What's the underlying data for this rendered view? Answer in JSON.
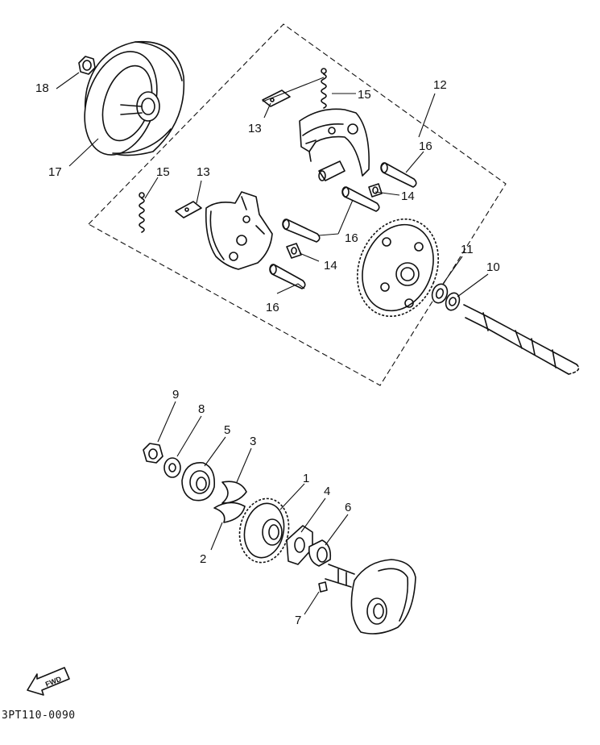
{
  "document_code": "3PT110-0090",
  "direction_arrow_label": "FWD",
  "callouts": [
    {
      "id": "1",
      "label": "1"
    },
    {
      "id": "2",
      "label": "2"
    },
    {
      "id": "3",
      "label": "3"
    },
    {
      "id": "4",
      "label": "4"
    },
    {
      "id": "5",
      "label": "5"
    },
    {
      "id": "6",
      "label": "6"
    },
    {
      "id": "7",
      "label": "7"
    },
    {
      "id": "8",
      "label": "8"
    },
    {
      "id": "9",
      "label": "9"
    },
    {
      "id": "10",
      "label": "10"
    },
    {
      "id": "11",
      "label": "11"
    },
    {
      "id": "12",
      "label": "12"
    },
    {
      "id": "13a",
      "label": "13"
    },
    {
      "id": "13b",
      "label": "13"
    },
    {
      "id": "14a",
      "label": "14"
    },
    {
      "id": "14b",
      "label": "14"
    },
    {
      "id": "15a",
      "label": "15"
    },
    {
      "id": "15b",
      "label": "15"
    },
    {
      "id": "16a",
      "label": "16"
    },
    {
      "id": "16b",
      "label": "16"
    },
    {
      "id": "16c",
      "label": "16"
    },
    {
      "id": "17",
      "label": "17"
    },
    {
      "id": "18",
      "label": "18"
    }
  ]
}
